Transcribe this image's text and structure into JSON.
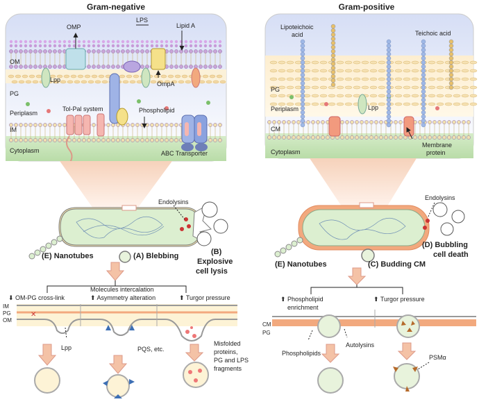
{
  "gram_negative": {
    "title": "Gram-negative",
    "layers": {
      "om": "OM",
      "pg": "PG",
      "periplasm": "Periplasm",
      "im": "IM",
      "cytoplasm": "Cytoplasm"
    },
    "components": {
      "omp": "OMP",
      "lps": "LPS",
      "lipid_a": "Lipid A",
      "lpp": "Lpp",
      "ompa": "OmpA",
      "tol_pal": "Tol-Pal system",
      "phospholipid": "Phospholipid",
      "abc": "ABC Transporter"
    }
  },
  "gram_positive": {
    "title": "Gram-positive",
    "layers": {
      "pg": "PG",
      "periplasm": "Periplasm",
      "cm": "CM",
      "cytoplasm": "Cytoplasm"
    },
    "components": {
      "lta": [
        "Lipoteichoic",
        "acid"
      ],
      "teichoic": "Teichoic acid",
      "lpp": "Lpp",
      "membrane_protein": [
        "Membrane",
        "protein"
      ]
    }
  },
  "cells": {
    "endolysins_left": "Endolysins",
    "endolysins_right": "Endolysins",
    "nanotubes_left": "(E) Nanotubes",
    "blebbing": "(A) Blebbing",
    "explosive": [
      "(B)",
      "Explosive",
      "cell lysis"
    ],
    "nanotubes_right": "(E) Nanotubes",
    "budding": "(C) Budding CM",
    "bubbling": [
      "(D) Bubbling",
      "cell death"
    ]
  },
  "mechanisms_neg": {
    "layers": {
      "im": "IM",
      "pg": "PG",
      "om": "OM"
    },
    "cross_link": "OM-PG cross-link",
    "intercalation": "Molecules intercalation",
    "asymmetry": "Asymmetry alteration",
    "turgor": "Turgor pressure",
    "lpp": "Lpp",
    "pqs": "PQS, etc.",
    "misfolded": [
      "Misfolded",
      "proteins,",
      "PG and LPS",
      "fragments"
    ]
  },
  "mechanisms_pos": {
    "layers": {
      "cm": "CM",
      "pg": "PG"
    },
    "enrichment": [
      "Phospholipid",
      "enrichment"
    ],
    "turgor": "Turgor pressure",
    "phospholipids": "Phospholipids",
    "autolysins": "Autolysins",
    "psm": "PSMα"
  },
  "colors": {
    "lipid_head": "#c9a6d8",
    "pg_fill": "#fdf3d6",
    "cytoplasm": "#cfe8c4",
    "cell_fill": "#dcefd0",
    "pg_orange": "#f2a97e",
    "bubble": "#e8f3dc"
  }
}
